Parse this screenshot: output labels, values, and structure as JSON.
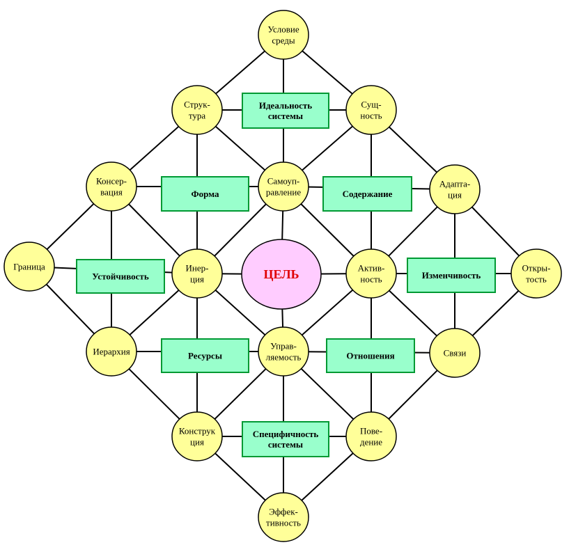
{
  "diagram": {
    "colors": {
      "node_fill": "#ffff99",
      "rect_fill": "#99ffcc",
      "rect_border": "#009933",
      "goal_fill": "#ffccff",
      "goal_text": "#e00000",
      "line": "#000000"
    },
    "goal": {
      "label": "ЦЕЛЬ"
    },
    "nodes": [
      {
        "id": "usloviya",
        "lines": [
          "Условие",
          "среды"
        ]
      },
      {
        "id": "struktura",
        "lines": [
          "Струк-",
          "тура"
        ]
      },
      {
        "id": "sushchnost",
        "lines": [
          "Сущ-",
          "ность"
        ]
      },
      {
        "id": "konservatsiya",
        "lines": [
          "Консер-",
          "вация"
        ]
      },
      {
        "id": "samoupravlenie",
        "lines": [
          "Самоуп-",
          "равление"
        ]
      },
      {
        "id": "adaptatsiya",
        "lines": [
          "Адапта-",
          "ция"
        ]
      },
      {
        "id": "granitsa",
        "lines": [
          "Граница"
        ]
      },
      {
        "id": "inertsiya",
        "lines": [
          "Инер-",
          "ция"
        ]
      },
      {
        "id": "aktivnost",
        "lines": [
          "Актив-",
          "ность"
        ]
      },
      {
        "id": "otkrytost",
        "lines": [
          "Откры-",
          "тость"
        ]
      },
      {
        "id": "ierarkhiya",
        "lines": [
          "Иерархия"
        ]
      },
      {
        "id": "upravlyaemost",
        "lines": [
          "Управ-",
          "ляемость"
        ]
      },
      {
        "id": "svyazi",
        "lines": [
          "Связи"
        ]
      },
      {
        "id": "konstruktsiya",
        "lines": [
          "Конструк",
          "ция"
        ]
      },
      {
        "id": "povedenie",
        "lines": [
          "Пове-",
          "дение"
        ]
      },
      {
        "id": "effektivnost",
        "lines": [
          "Эффек-",
          "тивность"
        ]
      }
    ],
    "boxes": [
      {
        "id": "idealnost",
        "lines": [
          "Идеальность",
          "системы"
        ]
      },
      {
        "id": "forma",
        "lines": [
          "Форма"
        ]
      },
      {
        "id": "soderzhanie",
        "lines": [
          "Содержание"
        ]
      },
      {
        "id": "ustoychivost",
        "lines": [
          "Устойчивость"
        ]
      },
      {
        "id": "izmenchivost",
        "lines": [
          "Изменчивость"
        ]
      },
      {
        "id": "resursy",
        "lines": [
          "Ресурсы"
        ]
      },
      {
        "id": "otnosheniya",
        "lines": [
          "Отношения"
        ]
      },
      {
        "id": "spetsifichnost",
        "lines": [
          "Специфичность",
          "системы"
        ]
      }
    ]
  }
}
